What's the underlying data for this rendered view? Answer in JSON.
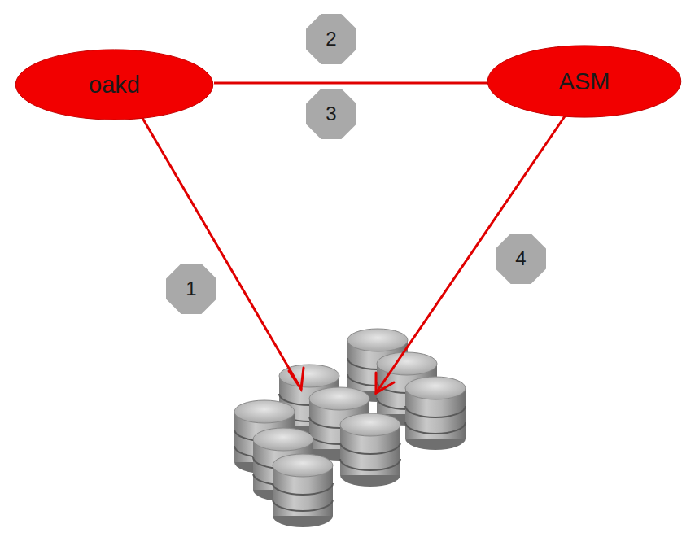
{
  "diagram": {
    "nodes": [
      {
        "text": [
          "oakd"
        ]
      },
      {
        "text": [
          "ASM"
        ]
      }
    ],
    "edges": [
      {
        "from": 0,
        "to": 1,
        "arrow": "none"
      }
    ],
    "labels": [
      "2",
      "3",
      "4",
      "1"
    ]
  }
}
